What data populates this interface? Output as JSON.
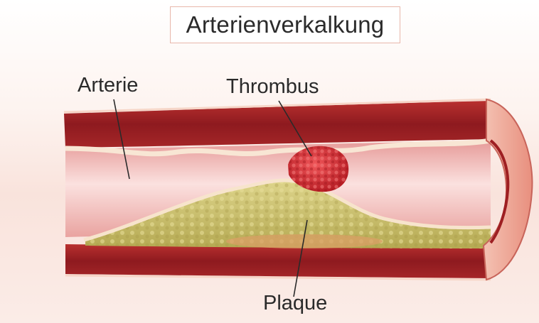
{
  "title": "Arterienverkalkung",
  "labels": {
    "artery": "Arterie",
    "thrombus": "Thrombus",
    "plaque": "Plaque"
  },
  "colors": {
    "vessel_wall": "#9e1f22",
    "vessel_wall_light": "#c43b39",
    "lumen": "#f2b7b5",
    "plaque": "#cfc36e",
    "thrombus": "#d8373c",
    "endothelium": "#f7e3cf"
  }
}
